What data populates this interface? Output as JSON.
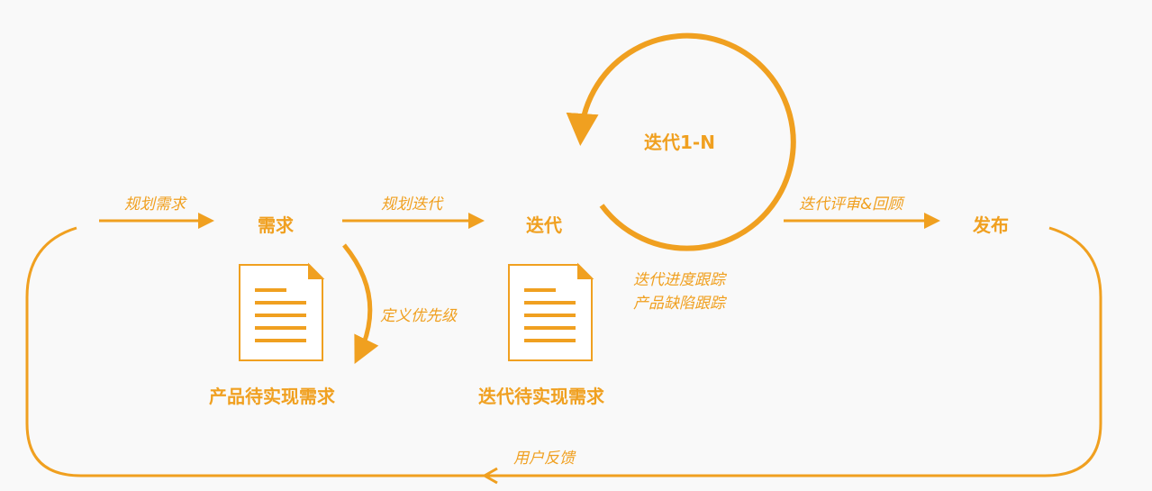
{
  "colors": {
    "accent": "#f0a020",
    "background": "#f9f9f9"
  },
  "nodes": {
    "requirement": "需求",
    "iteration": "迭代",
    "release": "发布",
    "iteration_loop": "迭代1-N"
  },
  "edges": {
    "plan_requirement": "规划需求",
    "plan_iteration": "规划迭代",
    "review": "迭代评审&回顾",
    "prioritize": "定义优先级",
    "feedback": "用户反馈"
  },
  "tracking": [
    "迭代进度跟踪",
    "产品缺陷跟踪"
  ],
  "documents": {
    "product_backlog": "产品待实现需求",
    "iteration_backlog": "迭代待实现需求"
  }
}
